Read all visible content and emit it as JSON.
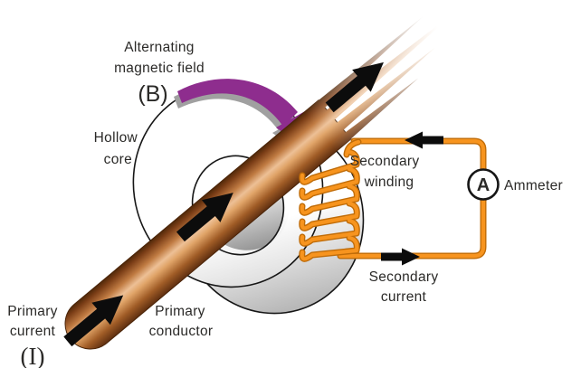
{
  "labels": {
    "magnetic_field": {
      "line1": "Alternating",
      "line2": "magnetic field",
      "symbol": "(B)"
    },
    "hollow_core": {
      "line1": "Hollow",
      "line2": "core"
    },
    "secondary_winding": {
      "line1": "Secondary",
      "line2": "winding"
    },
    "ammeter": {
      "symbol": "A",
      "label": "Ammeter"
    },
    "secondary_current": {
      "line1": "Secondary",
      "line2": "current"
    },
    "primary_current": {
      "line1": "Primary",
      "line2": "current",
      "symbol": "(I)"
    },
    "primary_conductor": {
      "line1": "Primary",
      "line2": "conductor"
    }
  },
  "icons": [
    {
      "name": "magnetic-field-arrow",
      "meaning": "curved arrow showing alternating magnetic field direction",
      "color": "#8E2D8E"
    },
    {
      "name": "current-arrow",
      "meaning": "black arrows showing primary current direction along conductor"
    },
    {
      "name": "wire-arrow",
      "meaning": "black arrows showing secondary current direction in circuit"
    },
    {
      "name": "ammeter-icon",
      "meaning": "circle with letter A"
    }
  ],
  "colors": {
    "wire_orange": "#F7941E",
    "wire_orange_edge": "#C06C08",
    "field_purple": "#8E2D8E",
    "shadow_gray": "#A0A0A0",
    "copper_light": "#EDC096",
    "copper_mid": "#C07B42",
    "copper_dark": "#5F2F10",
    "core_white": "#FFFFFF",
    "core_shade": "#9A9A9A",
    "ink": "#2B2A28"
  }
}
